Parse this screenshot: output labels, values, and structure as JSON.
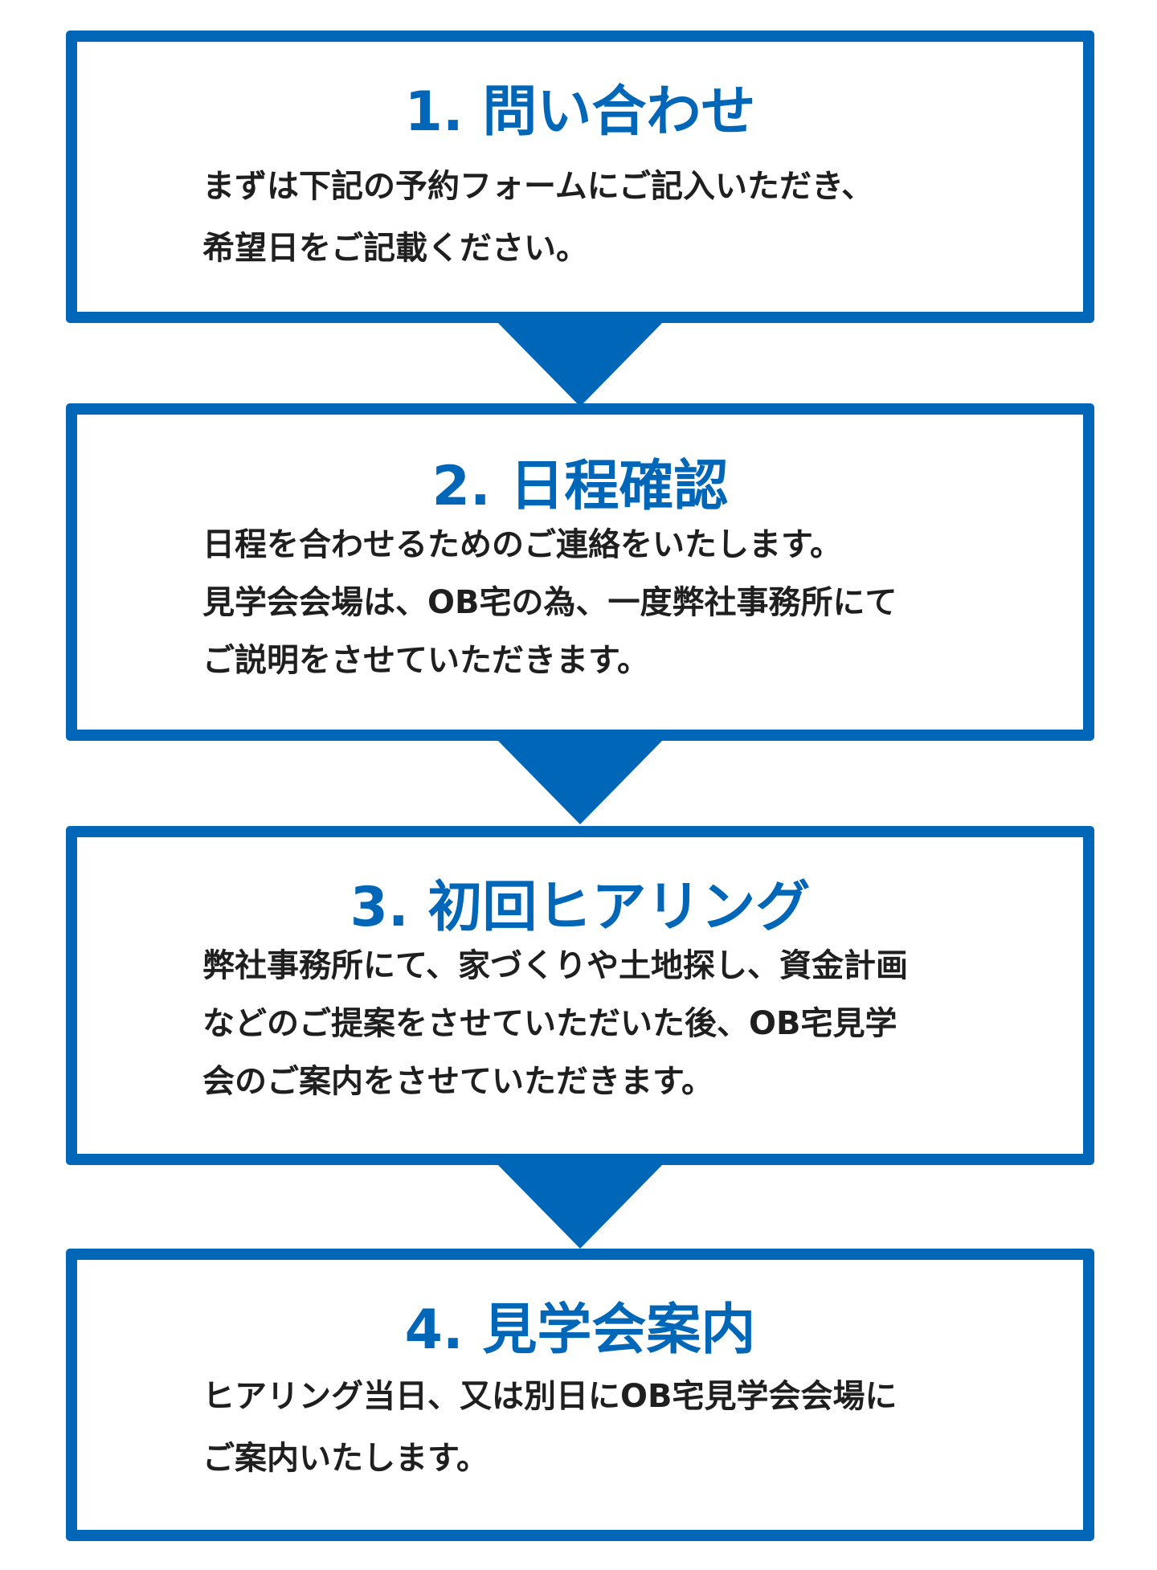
{
  "steps": [
    {
      "title": "1. 問い合わせ",
      "text": "まずは下記の予約フォームにご記入いただき、\n希望日をご記載ください。"
    },
    {
      "title": "2. 日程確認",
      "text": "日程を合わせるためのご連絡をいたします。\n見学会会場は、OB宅の為、一度弊社事務所にて\nご説明をさせていただきます。"
    },
    {
      "title": "3. 初回ヒアリング",
      "text": "弊社事務所にて、家づくりや土地探し、資金計画\nなどのご提案をさせていただいた後、OB宅見学\n会のご案内をさせていただきます。"
    },
    {
      "title": "4. 見学会案内",
      "text": "ヒアリング当日、又は別日にOB宅見学会会場に\nご案内いたします。"
    }
  ],
  "colors": {
    "accent": "#0066b8",
    "text": "#1f1f1f",
    "background": "#ffffff"
  },
  "icons": [
    "down-arrow-icon",
    "down-arrow-icon",
    "down-arrow-icon"
  ]
}
